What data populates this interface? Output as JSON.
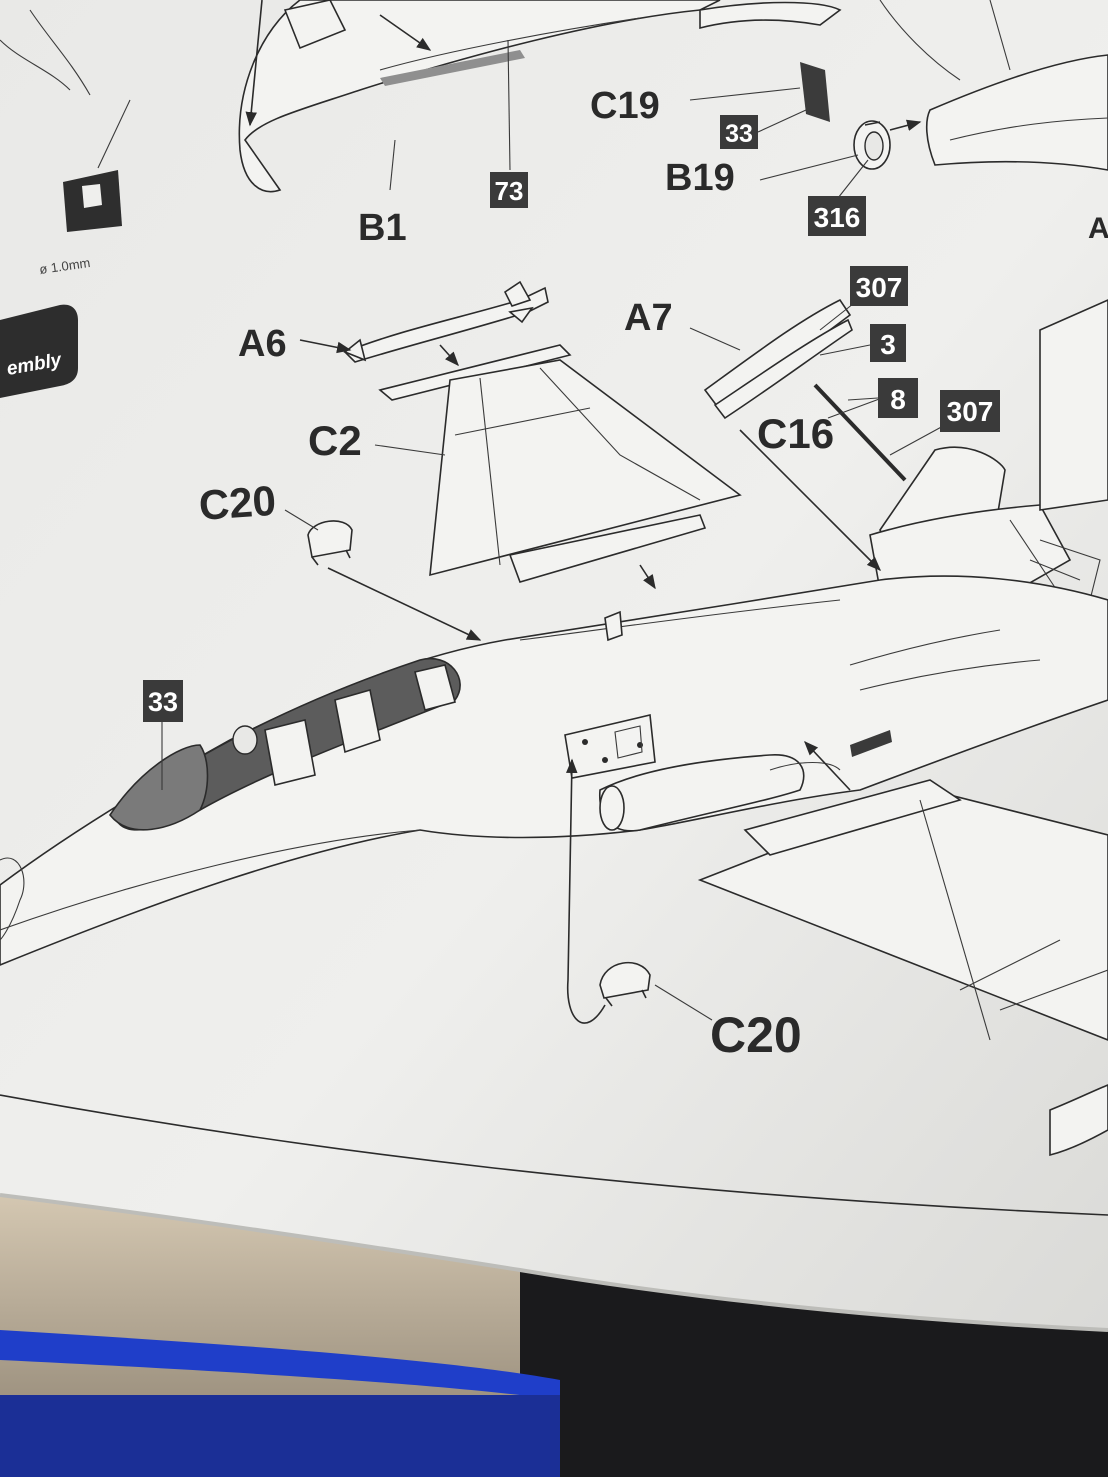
{
  "sheet": {
    "side_tab_label": "embly",
    "drill_hole_label": "ø 1.0mm"
  },
  "parts": {
    "b1": "B1",
    "c19": "C19",
    "b19": "B19",
    "a6": "A6",
    "a7": "A7",
    "c2": "C2",
    "c16": "C16",
    "c20_top": "C20",
    "c20_bottom": "C20",
    "edge_a": "A"
  },
  "paint_codes": {
    "code_73": "73",
    "code_33_top": "33",
    "code_316": "316",
    "code_307_top": "307",
    "code_3": "3",
    "code_8": "8",
    "code_307_right": "307",
    "code_33_canopy": "33"
  },
  "colors": {
    "paper": "#ececea",
    "paper_shadow": "#cfcfcc",
    "ink": "#2b2b2b",
    "code_box": "#3a3a3a",
    "canopy_tint": "#6d6d6d",
    "tray_blue": "#1f3ec9",
    "background": "#3a3632"
  }
}
